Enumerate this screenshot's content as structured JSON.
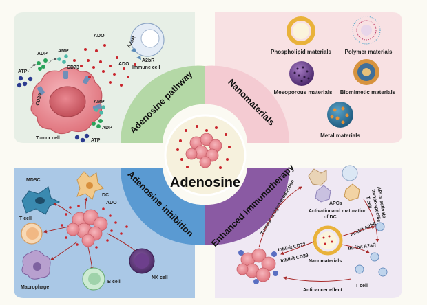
{
  "center": {
    "title": "Adenosine"
  },
  "quadrants": {
    "pathway": {
      "title": "Adenosine pathway",
      "labels": {
        "atp_left": "ATP",
        "adp_left": "ADP",
        "amp_top": "AMP",
        "ado_top": "ADO",
        "ado_mid": "ADO",
        "a2ar_top": "A2aR",
        "a2br": "A2bR",
        "immune_cell": "Immune cell",
        "cd39": "CD39",
        "cd73": "CD73",
        "amp_right": "AMP",
        "adp_right": "ADP",
        "atp_bottom": "ATP",
        "tumor_cell": "Tumor cell"
      }
    },
    "nanomaterials": {
      "title": "Nanomaterials",
      "labels": {
        "phospholipid": "Phospholipid materials",
        "polymer": "Polymer materials",
        "mesoporous": "Mesoporous materials",
        "biomimetic": "Biomimetic materials",
        "metal": "Metal materials"
      }
    },
    "inhibition": {
      "title": "Adenosine inhibition",
      "labels": {
        "mdsc": "MDSC",
        "dc": "DC",
        "ado": "ADO",
        "t_cell": "T cell",
        "nk_cell": "NK cell",
        "macrophage": "Macrophage",
        "b_cell": "B cell"
      }
    },
    "immunotherapy": {
      "title": "Enhanced immunotherapy",
      "labels": {
        "tumour_antigen": "Tumour antigen production",
        "apcs": "APCs",
        "activation_1": "Activationand maturation",
        "activation_2": "of DC",
        "apcs_activate_1": "APCs activate",
        "apcs_activate_2": "tumor-specific",
        "apcs_activate_3": "T cell",
        "inhibit_a2br": "Inhibit A2bR",
        "inhibit_a2ar": "Inhibit A2aR",
        "inhibit_cd73": "Inhibit CD73",
        "inhibit_cd39": "Inhibit CD39",
        "nanomaterials": "Nanomaterials",
        "anticancer": "Anticancer effect",
        "t_cell": "T cell"
      }
    }
  },
  "colors": {
    "pathway_bg": "#e7efe6",
    "nano_bg": "#f8e1e3",
    "inhibition_bg": "#aac8e6",
    "immuno_bg": "#efe8f3",
    "pathway_arc": "#b4d8a6",
    "nano_arc": "#f4cbd2",
    "inhibition_arc": "#5a9ad2",
    "immuno_arc": "#8a5aa3"
  }
}
